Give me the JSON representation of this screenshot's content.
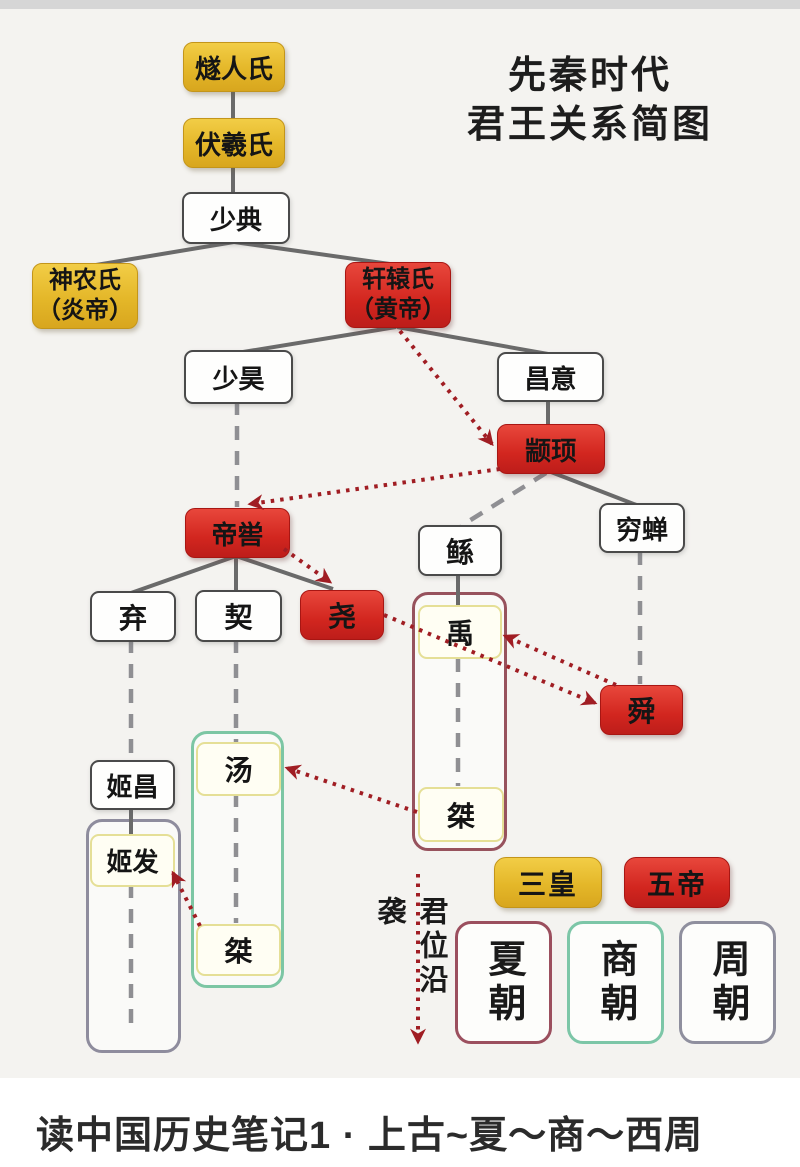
{
  "title": {
    "line1": "先秦时代",
    "line2": "君王关系简图"
  },
  "caption": "读中国历史笔记1 · 上古~夏～商～西周",
  "nodes": {
    "suirenshi": {
      "label": "燧人氏"
    },
    "fuxishi": {
      "label": "伏羲氏"
    },
    "shaodian": {
      "label": "少典"
    },
    "shennongshi": {
      "label": "神农氏",
      "label2": "（炎帝）"
    },
    "xuanyuanshi": {
      "label": "轩辕氏",
      "label2": "（黄帝）"
    },
    "shaohao": {
      "label": "少昊"
    },
    "changyi": {
      "label": "昌意"
    },
    "zhuanxu": {
      "label": "颛顼"
    },
    "qiongchan": {
      "label": "穷蝉"
    },
    "diku": {
      "label": "帝喾"
    },
    "gun": {
      "label": "鲧"
    },
    "qi": {
      "label": "弃"
    },
    "xie": {
      "label": "契"
    },
    "yao": {
      "label": "尧"
    },
    "yu": {
      "label": "禹"
    },
    "shun": {
      "label": "舜"
    },
    "jichang": {
      "label": "姬昌"
    },
    "tang": {
      "label": "汤"
    },
    "jifa": {
      "label": "姬发"
    },
    "jie_xia": {
      "label": "桀"
    },
    "jie_shang": {
      "label": "桀"
    }
  },
  "legend": {
    "sanhuang": "三皇",
    "wudi": "五帝",
    "xia": "夏朝",
    "shang": "商朝",
    "zhou": "周朝",
    "succession": "君位沿袭"
  },
  "colors": {
    "sanhuang_fill": "#e4b729",
    "wudi_fill": "#d2261f",
    "xia_border": "#97525d",
    "shang_border": "#7cc6a4",
    "zhou_border": "#8e8c9d",
    "ruler_border": "#e5df96",
    "solid_line": "#6a6a6a",
    "dashed_line": "#8f8f93",
    "dotted_arrow": "#a01d23"
  },
  "edges": {
    "solid": [
      [
        233,
        90,
        233,
        118
      ],
      [
        233,
        166,
        233,
        193
      ],
      [
        234,
        242,
        84,
        267
      ],
      [
        234,
        242,
        397,
        265
      ],
      [
        396,
        327,
        237,
        353
      ],
      [
        397,
        327,
        548,
        354
      ],
      [
        548,
        398,
        548,
        425
      ],
      [
        551,
        472,
        639,
        506
      ],
      [
        236,
        556,
        131,
        593
      ],
      [
        236,
        556,
        236,
        591
      ],
      [
        236,
        556,
        333,
        589
      ],
      [
        458,
        572,
        458,
        608
      ],
      [
        131,
        806,
        131,
        836
      ]
    ],
    "dashed": [
      [
        237,
        401,
        237,
        507
      ],
      [
        546,
        473,
        461,
        526
      ],
      [
        640,
        551,
        640,
        684
      ],
      [
        131,
        639,
        131,
        759
      ],
      [
        236,
        639,
        236,
        742
      ],
      [
        236,
        793,
        236,
        923
      ],
      [
        458,
        658,
        458,
        786
      ],
      [
        131,
        884,
        131,
        1032
      ]
    ],
    "dotted_arrow": [
      [
        400,
        331,
        492,
        444
      ],
      [
        500,
        469,
        250,
        504
      ],
      [
        284,
        549,
        330,
        582
      ],
      [
        384,
        615,
        595,
        703
      ],
      [
        616,
        685,
        505,
        636
      ],
      [
        417,
        812,
        287,
        768
      ],
      [
        200,
        926,
        173,
        873
      ],
      [
        418,
        874,
        418,
        1042
      ]
    ]
  }
}
